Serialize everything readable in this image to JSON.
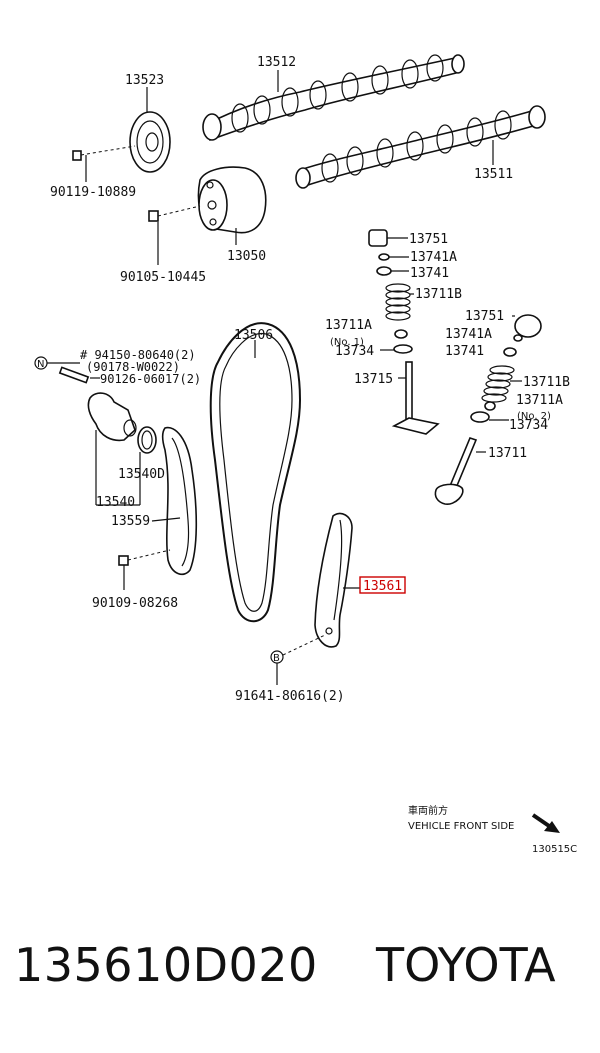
{
  "diagram": {
    "labels": {
      "p13512": "13512",
      "p13523": "13523",
      "p13511": "13511",
      "p90119": "90119-10889",
      "p90105": "90105-10445",
      "p13050": "13050",
      "p13751a": "13751",
      "p13741A_a": "13741A",
      "p13741_a": "13741",
      "p13711B_a": "13711B",
      "p13506": "13506",
      "p13711A_a": "13711A",
      "no1": "(No. 1)",
      "p13734_a": "13734",
      "p13751b": "13751",
      "p13741A_b": "13741A",
      "p13741_b": "13741",
      "p13715": "13715",
      "p13711B_b": "13711B",
      "p13711A_b": "13711A",
      "no2": "(No. 2)",
      "p13734_b": "13734",
      "p13711": "13711",
      "n_mark": "N",
      "p94150": "# 94150-80640(2)",
      "p90178": "(90178-W0022)",
      "p90126": "90126-06017(2)",
      "p13540D": "13540D",
      "p13540": "13540",
      "p13559": "13559",
      "p90109": "90109-08268",
      "p13561": "13561",
      "b_mark": "B",
      "p91641": "91641-80616(2)"
    },
    "direction": {
      "jp": "車両前方",
      "en": "VEHICLE FRONT SIDE",
      "code": "130515C"
    },
    "highlight_color": "#cc0000"
  },
  "footer": {
    "part_number": "135610D020",
    "brand": "TOYOTA"
  }
}
